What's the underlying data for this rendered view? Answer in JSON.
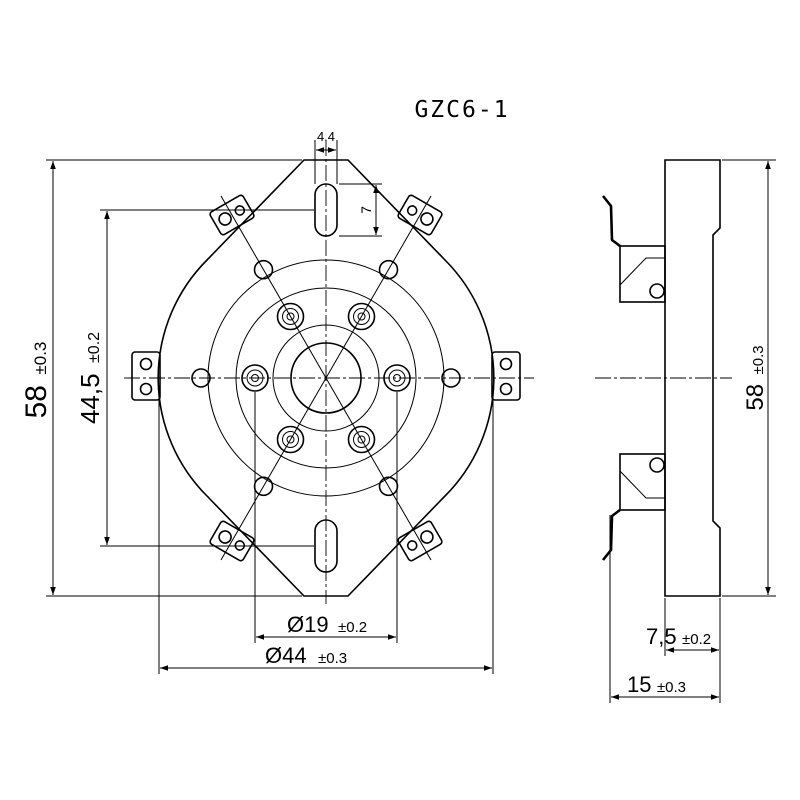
{
  "title": "GZC6-1",
  "colors": {
    "line": "#000000",
    "background": "#ffffff"
  },
  "front_view": {
    "slot_width": {
      "value": "4.4"
    },
    "slot_length": {
      "value": "7"
    },
    "overall_height": {
      "value": "58",
      "tolerance": "±0.3"
    },
    "lug_spacing": {
      "value": "44,5",
      "tolerance": "±0.2"
    },
    "pin_circle_diameter": {
      "value": "Ø19",
      "tolerance": "±0.2"
    },
    "body_diameter": {
      "value": "Ø44",
      "tolerance": "±0.3"
    }
  },
  "side_view": {
    "overall_height": {
      "value": "58",
      "tolerance": "±0.3"
    },
    "flange_thickness": {
      "value": "7,5",
      "tolerance": "±0.2"
    },
    "total_thickness": {
      "value": "15",
      "tolerance": "±0.3"
    }
  }
}
